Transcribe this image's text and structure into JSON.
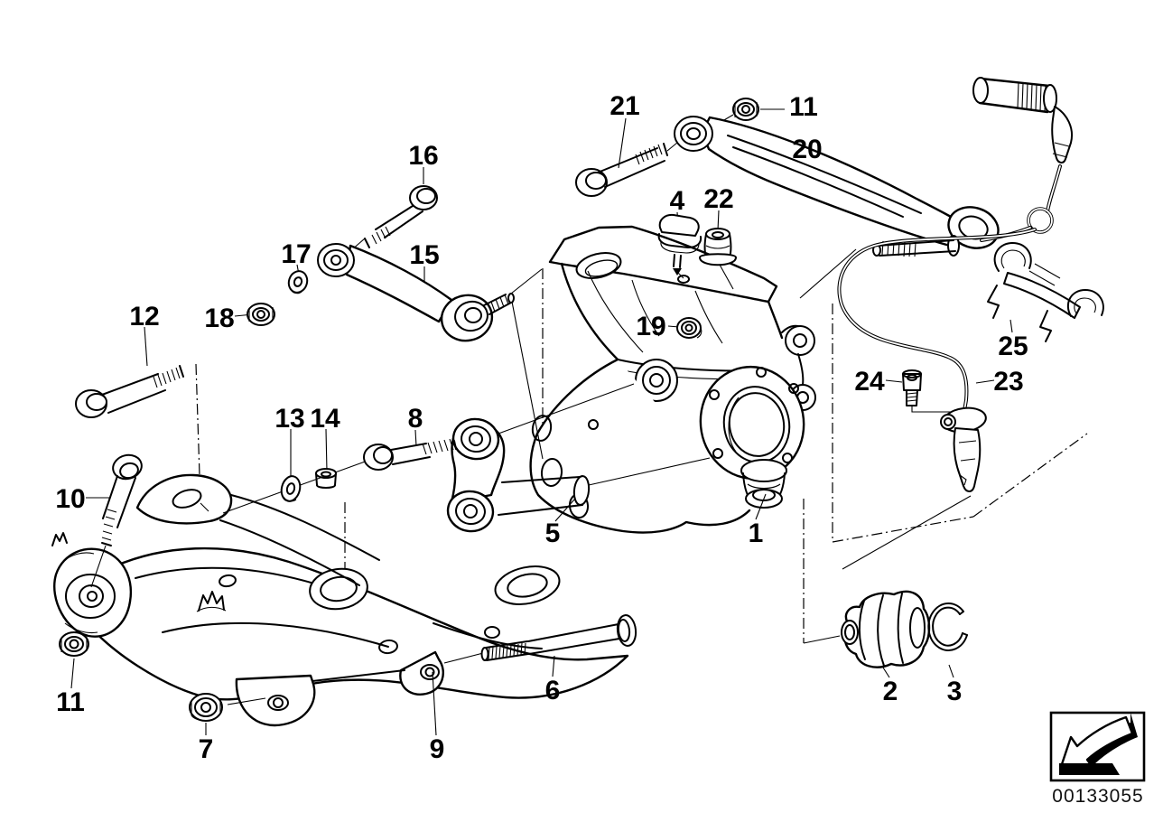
{
  "diagram": {
    "image_number": "00133055",
    "background_color": "#ffffff",
    "line_color": "#000000",
    "label_color": "#000000",
    "icons": {
      "nav_arrow": "arrow-down-left-3d"
    },
    "callouts": [
      {
        "id": "callout-1",
        "label": "1"
      },
      {
        "id": "callout-2",
        "label": "2"
      },
      {
        "id": "callout-3",
        "label": "3"
      },
      {
        "id": "callout-4",
        "label": "4"
      },
      {
        "id": "callout-5",
        "label": "5"
      },
      {
        "id": "callout-6",
        "label": "6"
      },
      {
        "id": "callout-7",
        "label": "7"
      },
      {
        "id": "callout-8",
        "label": "8"
      },
      {
        "id": "callout-9",
        "label": "9"
      },
      {
        "id": "callout-10",
        "label": "10"
      },
      {
        "id": "callout-11-upper",
        "label": "11"
      },
      {
        "id": "callout-12",
        "label": "12"
      },
      {
        "id": "callout-13",
        "label": "13"
      },
      {
        "id": "callout-14",
        "label": "14"
      },
      {
        "id": "callout-15",
        "label": "15"
      },
      {
        "id": "callout-16",
        "label": "16"
      },
      {
        "id": "callout-17",
        "label": "17"
      },
      {
        "id": "callout-18",
        "label": "18"
      },
      {
        "id": "callout-19",
        "label": "19"
      },
      {
        "id": "callout-20",
        "label": "20"
      },
      {
        "id": "callout-21",
        "label": "21"
      },
      {
        "id": "callout-22",
        "label": "22"
      },
      {
        "id": "callout-23",
        "label": "23"
      },
      {
        "id": "callout-24",
        "label": "24"
      },
      {
        "id": "callout-25",
        "label": "25"
      },
      {
        "id": "callout-11-lower",
        "label": "11"
      }
    ]
  }
}
